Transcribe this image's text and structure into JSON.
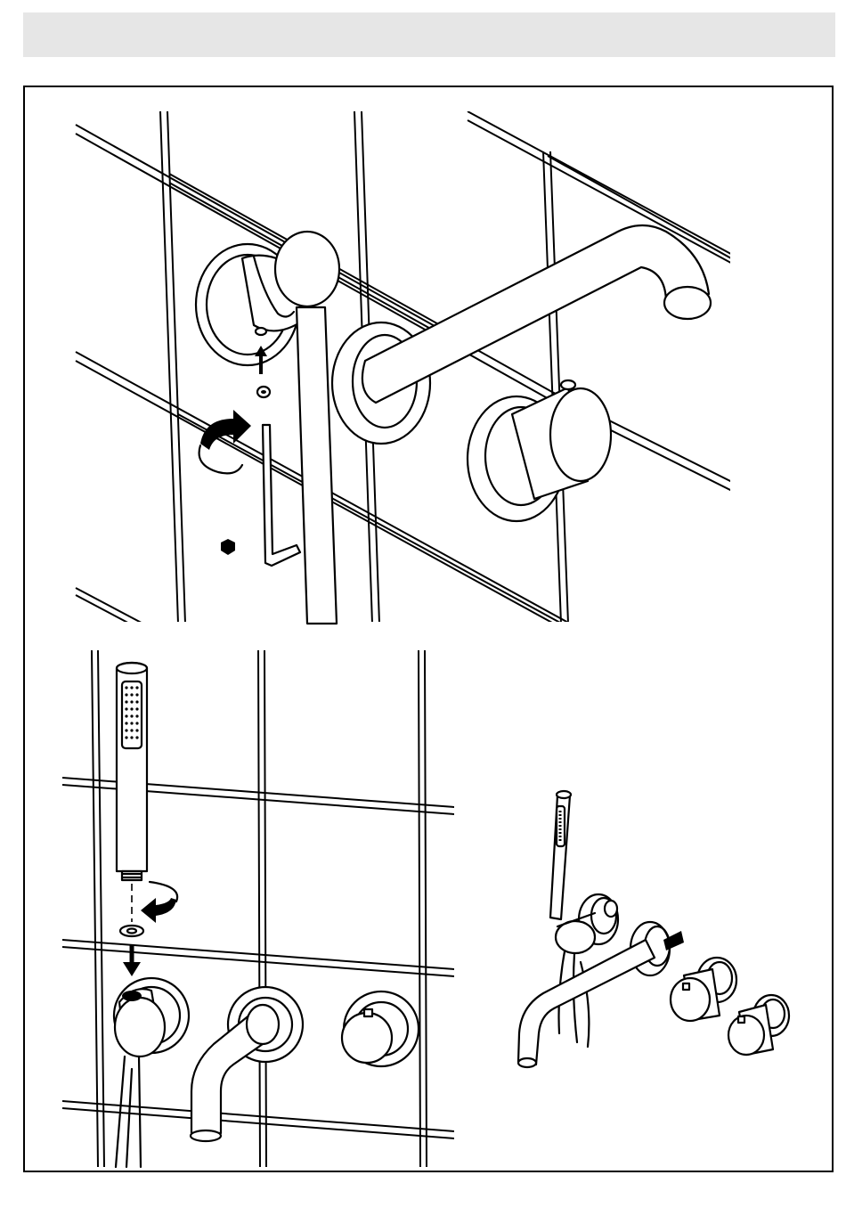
{
  "document": {
    "header_bar_color": "#e6e6e6",
    "frame_color": "#000000",
    "illustrations": [
      {
        "id": "step-mount-holder",
        "icons": [
          "tile-wall",
          "wall-holder",
          "grub-screw",
          "allen-key",
          "rotate-arrow-icon",
          "up-arrow-icon",
          "hex-key-size-icon",
          "spout",
          "mixer-knob"
        ]
      },
      {
        "id": "step-connect-handshower",
        "icons": [
          "hand-shower",
          "washer",
          "rotate-arrow-icon",
          "down-arrow-icon",
          "tile-wall",
          "holder-elbow",
          "spout",
          "mixer-knob"
        ]
      },
      {
        "id": "exploded-overview",
        "icons": [
          "hand-shower",
          "holder-elbow",
          "spout",
          "mixer-knob",
          "diverter-knob",
          "hose"
        ]
      }
    ]
  }
}
